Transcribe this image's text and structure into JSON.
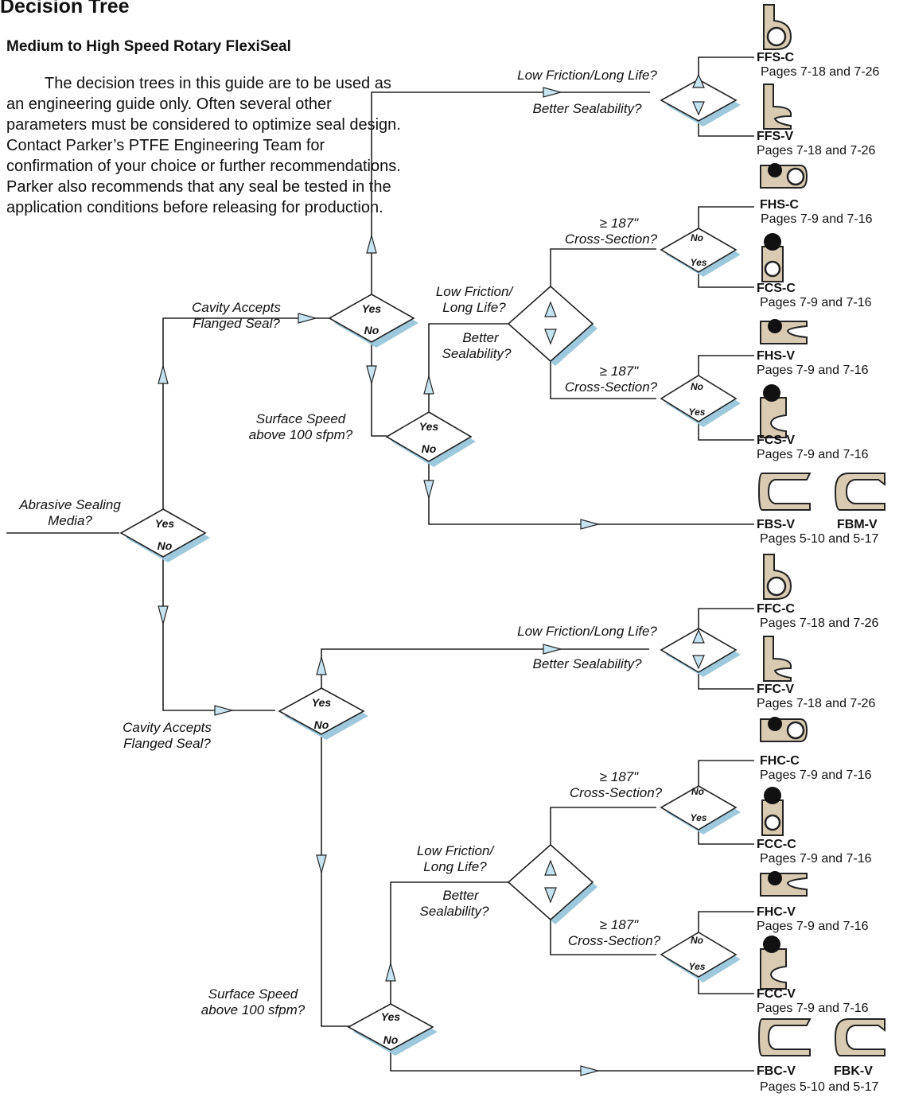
{
  "header": {
    "title": "Decision Tree",
    "subtitle": "Medium to High Speed Rotary FlexiSeal",
    "intro": "The decision trees in this guide are to be used as an engineering guide only. Often several other parameters must be considered to optimize seal design. Contact Parker’s PTFE Engineering Team for confirmation of your choice or further recommendations. Parker also recommends that any seal be tested in the application conditions before releasing for production."
  },
  "questions": {
    "q_abrasive": "Abrasive Sealing Media?",
    "q_cavity": "Cavity Accepts Flanged Seal?",
    "q_speed": "Surface Speed above 100 sfpm?",
    "q_lowfric_long": "Low Friction/Long Life?",
    "q_better": "Better Sealability?",
    "q_lowfric": "Low Friction/ Long Life?",
    "q_cross": "≥ 187\" Cross-Section?"
  },
  "answers": {
    "yes": "Yes",
    "no": "No"
  },
  "seals": {
    "ffs_c": {
      "code": "FFS-C",
      "pages": "Pages 7-18 and 7-26"
    },
    "ffs_v": {
      "code": "FFS-V",
      "pages": "Pages 7-18 and 7-26"
    },
    "fhs_c": {
      "code": "FHS-C",
      "pages": "Pages 7-9 and 7-16"
    },
    "fcs_c": {
      "code": "FCS-C",
      "pages": "Pages 7-9 and 7-16"
    },
    "fhs_v": {
      "code": "FHS-V",
      "pages": "Pages 7-9 and 7-16"
    },
    "fcs_v": {
      "code": "FCS-V",
      "pages": "Pages 7-9 and 7-16"
    },
    "fbs_v": {
      "code": "FBS-V",
      "pages": "Pages 5-10 and 5-17"
    },
    "fbm_v": {
      "code": "FBM-V"
    },
    "ffc_c": {
      "code": "FFC-C",
      "pages": "Pages 7-18 and 7-26"
    },
    "ffc_v": {
      "code": "FFC-V",
      "pages": "Pages 7-18 and 7-26"
    },
    "fhc_c": {
      "code": "FHC-C",
      "pages": "Pages 7-9 and 7-16"
    },
    "fcc_c": {
      "code": "FCC-C",
      "pages": "Pages 7-9 and 7-16"
    },
    "fhc_v": {
      "code": "FHC-V",
      "pages": "Pages 7-9 and 7-16"
    },
    "fcc_v": {
      "code": "FCC-V",
      "pages": "Pages 7-9 and 7-16"
    },
    "fbc_v": {
      "code": "FBC-V",
      "pages": "Pages 5-10 and 5-17"
    },
    "fbk_v": {
      "code": "FBK-V"
    }
  },
  "colors": {
    "arrow_fill": "#c5e3f0",
    "diamond_shadow": "#9ec9dd",
    "seal_fill": "#d8cbb2"
  }
}
